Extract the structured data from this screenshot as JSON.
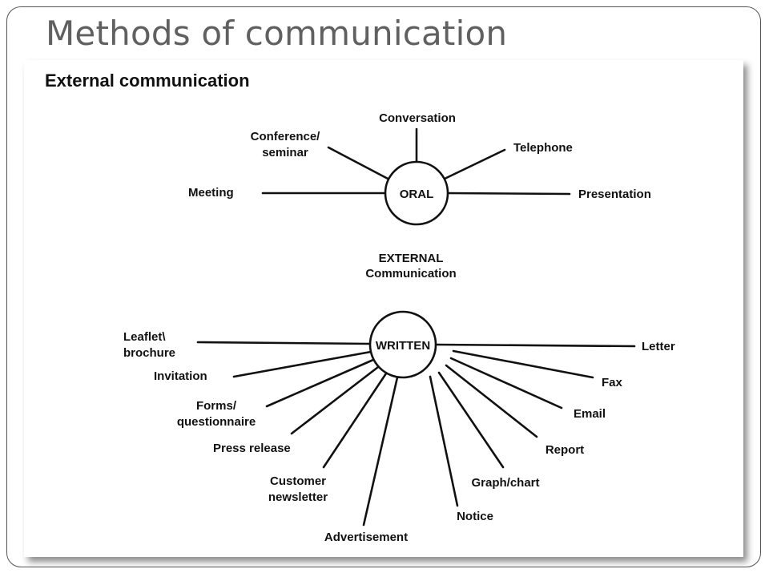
{
  "slide": {
    "title": "Methods of communication"
  },
  "diagram": {
    "heading": "External communication",
    "center_label": [
      "EXTERNAL",
      "Communication"
    ],
    "oral": {
      "hub": "ORAL",
      "branches": [
        {
          "id": "conversation",
          "lines": [
            "Conversation"
          ]
        },
        {
          "id": "conference",
          "lines": [
            "Conference/",
            "seminar"
          ]
        },
        {
          "id": "telephone",
          "lines": [
            "Telephone"
          ]
        },
        {
          "id": "meeting",
          "lines": [
            "Meeting"
          ]
        },
        {
          "id": "presentation",
          "lines": [
            "Presentation"
          ]
        }
      ]
    },
    "written": {
      "hub": "WRITTEN",
      "branches": [
        {
          "id": "leaflet",
          "lines": [
            "Leaflet\\",
            "brochure"
          ]
        },
        {
          "id": "invitation",
          "lines": [
            "Invitation"
          ]
        },
        {
          "id": "forms",
          "lines": [
            "Forms/",
            "questionnaire"
          ]
        },
        {
          "id": "press-release",
          "lines": [
            "Press release"
          ]
        },
        {
          "id": "newsletter",
          "lines": [
            "Customer",
            "newsletter"
          ]
        },
        {
          "id": "advertisement",
          "lines": [
            "Advertisement"
          ]
        },
        {
          "id": "notice",
          "lines": [
            "Notice"
          ]
        },
        {
          "id": "graph-chart",
          "lines": [
            "Graph/chart"
          ]
        },
        {
          "id": "report",
          "lines": [
            "Report"
          ]
        },
        {
          "id": "email",
          "lines": [
            "Email"
          ]
        },
        {
          "id": "fax",
          "lines": [
            "Fax"
          ]
        },
        {
          "id": "letter",
          "lines": [
            "Letter"
          ]
        }
      ]
    }
  }
}
